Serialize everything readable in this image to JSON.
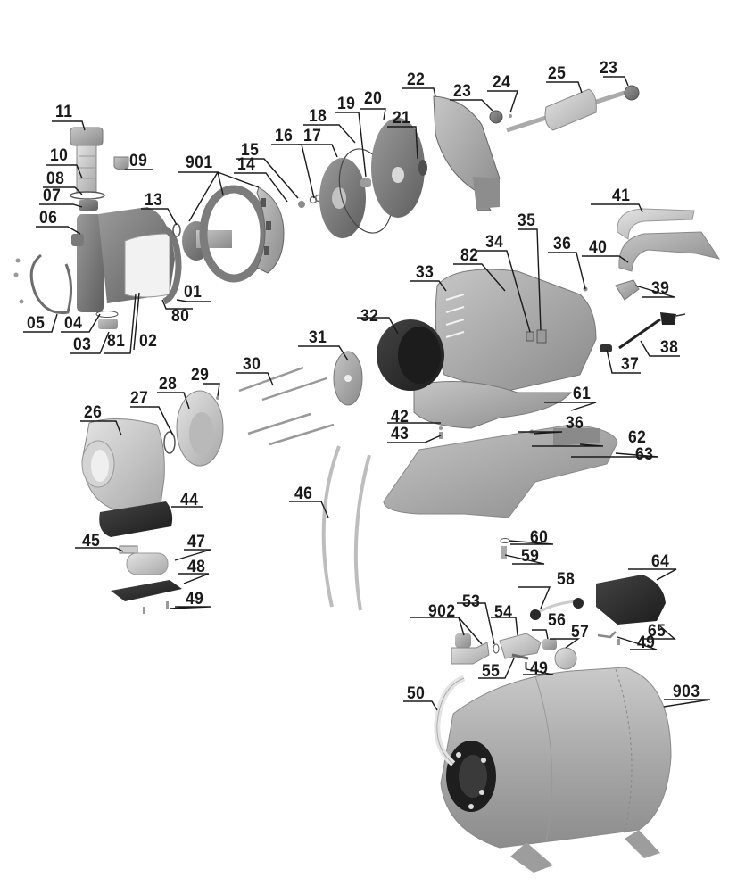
{
  "diagram": {
    "type": "exploded-parts-diagram",
    "colors": {
      "part_light": "#cfcfcf",
      "part_mid": "#a9a9a9",
      "part_dark": "#6e6e6e",
      "part_black": "#2a2a2a",
      "leader_line": "#1a1a1a",
      "label_text": "#1a1a1a"
    },
    "labels": {
      "p01": "01",
      "p02": "02",
      "p03": "03",
      "p04": "04",
      "p05": "05",
      "p06": "06",
      "p07": "07",
      "p08": "08",
      "p09": "09",
      "p10": "10",
      "p11": "11",
      "p13": "13",
      "p14": "14",
      "p15": "15",
      "p16": "16",
      "p17": "17",
      "p18": "18",
      "p19": "19",
      "p20": "20",
      "p21": "21",
      "p22": "22",
      "p23a": "23",
      "p23b": "23",
      "p24": "24",
      "p25": "25",
      "p26": "26",
      "p27": "27",
      "p28": "28",
      "p29": "29",
      "p30": "30",
      "p31": "31",
      "p32": "32",
      "p33": "33",
      "p34": "34",
      "p35": "35",
      "p36a": "36",
      "p36b": "36",
      "p37": "37",
      "p38": "38",
      "p39": "39",
      "p40": "40",
      "p41": "41",
      "p42": "42",
      "p43": "43",
      "p44": "44",
      "p45": "45",
      "p46": "46",
      "p47": "47",
      "p48": "48",
      "p49a": "49",
      "p49b": "49",
      "p49c": "49",
      "p50": "50",
      "p53": "53",
      "p54": "54",
      "p55": "55",
      "p56": "56",
      "p57": "57",
      "p58": "58",
      "p59": "59",
      "p60": "60",
      "p61": "61",
      "p62": "62",
      "p63": "63",
      "p64": "64",
      "p65": "65",
      "p80": "80",
      "p81": "81",
      "p82": "82",
      "p901": "901",
      "p902": "902",
      "p903": "903"
    }
  }
}
